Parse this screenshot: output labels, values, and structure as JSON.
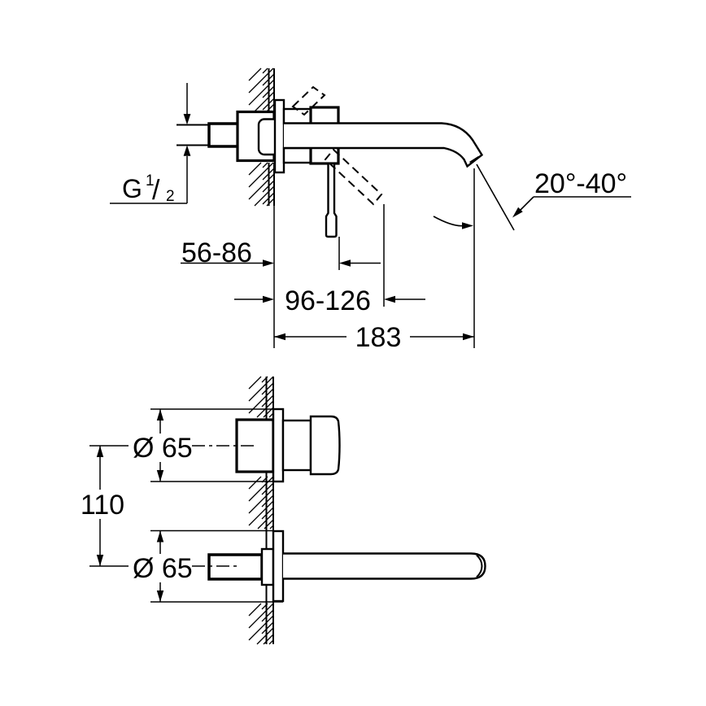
{
  "colors": {
    "line": "#000000",
    "background": "#ffffff",
    "text": "#000000"
  },
  "side_view": {
    "thread": {
      "letter": "G",
      "numerator": "1",
      "fraction_slash": "/",
      "denominator": "2"
    },
    "wall_to_lever_mm": "56-86",
    "wall_to_lever_open_mm": "96-126",
    "spout_projection_mm": "183",
    "spout_angle_range": "20°-40°"
  },
  "front_view": {
    "handle_escutcheon_diameter": "Ø 65",
    "hole_center_distance_mm": "110",
    "spout_escutcheon_diameter": "Ø 65"
  }
}
